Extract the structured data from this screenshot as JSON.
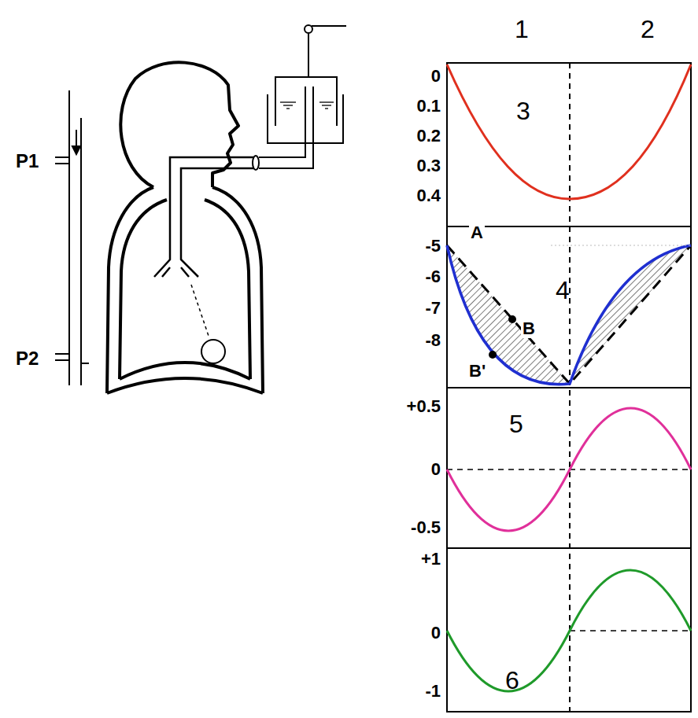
{
  "diagram": {
    "labels": [
      "P1",
      "P2",
      "1",
      "2",
      "3",
      "0",
      "0.1",
      "0.2",
      "0.3",
      "0.4",
      "4",
      "-5",
      "-6",
      "-7",
      "-8",
      "A",
      "B",
      "B'",
      "5",
      "+0.5",
      "0",
      "-0.5",
      "6",
      "+1",
      "0",
      "-1"
    ]
  }
}
